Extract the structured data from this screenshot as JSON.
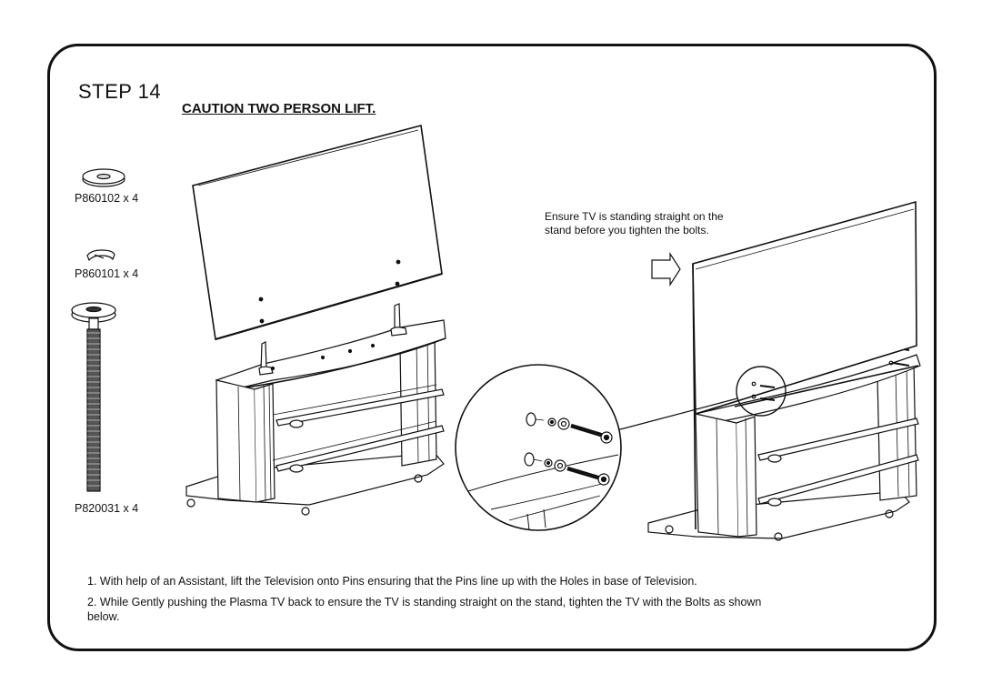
{
  "header": {
    "step_label": "STEP 14",
    "caution_label": "CAUTION TWO PERSON LIFT."
  },
  "parts": [
    {
      "code": "P860102 x 4",
      "icon": "washer-icon"
    },
    {
      "code": "P860101 x 4",
      "icon": "lock-washer-icon"
    },
    {
      "code": "P820031 x 4",
      "icon": "bolt-icon"
    }
  ],
  "note": "Ensure TV is standing straight on the stand before you tighten the bolts.",
  "instructions": [
    "1. With help of an Assistant, lift the Television onto Pins ensuring that the Pins line up with the Holes in base of Television.",
    "2. While Gently pushing the Plasma TV back to ensure the TV is standing straight on the stand, tighten the TV with the Bolts as shown below."
  ]
}
